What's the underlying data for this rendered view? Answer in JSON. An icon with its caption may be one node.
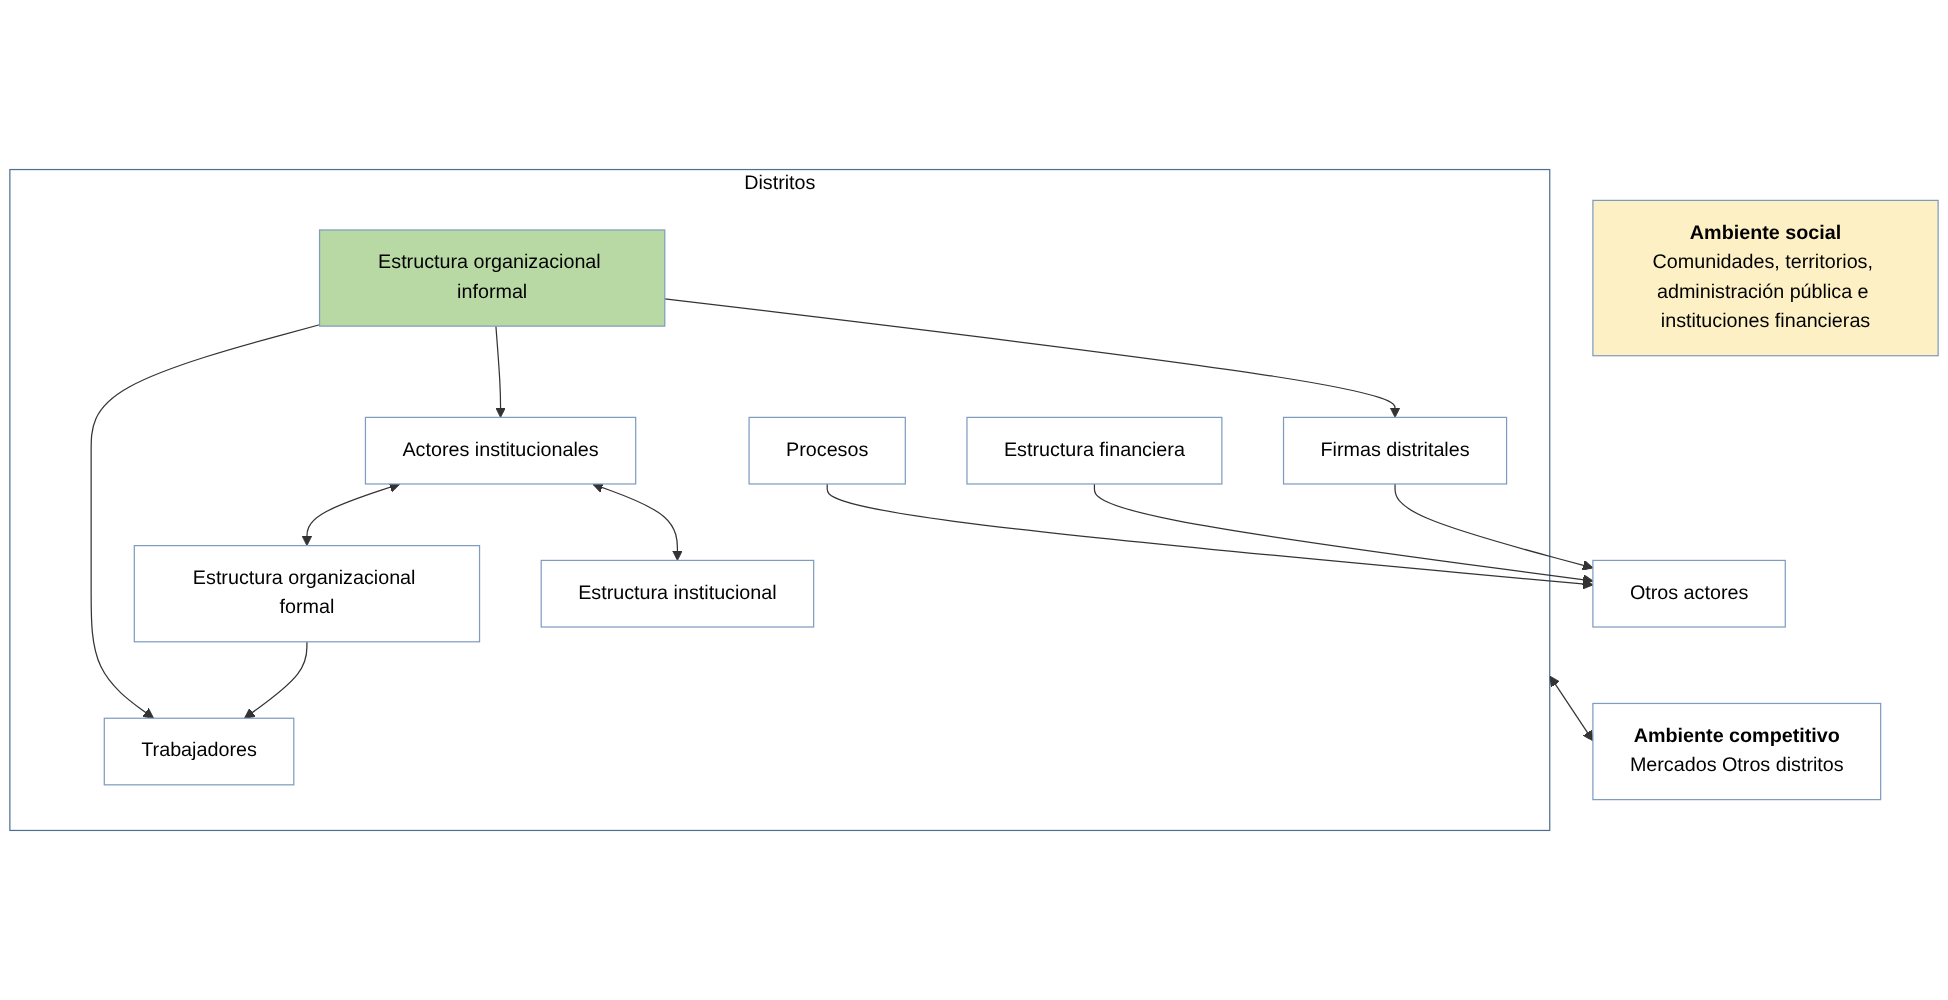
{
  "diagram": {
    "nodes": [
      {
        "text": [
          "Distritos"
        ]
      },
      {
        "text": [
          "Estructura institucional"
        ],
        "in": 0
      },
      {
        "text": [
          "Actores institucionales"
        ],
        "in": 0
      },
      {
        "text": [
          "Estructura organizacional formal"
        ],
        "in": 0
      },
      {
        "text": [
          "Procesos"
        ],
        "in": 0
      },
      {
        "text": [
          "Trabajadores"
        ],
        "in": 0
      },
      {
        "text": [
          "Estructura organizacional informal"
        ],
        "in": 0
      },
      {
        "text": [
          "Firmas distritales"
        ],
        "in": 0
      },
      {
        "text": [
          "Estructura financiera"
        ],
        "in": 0
      },
      {
        "text": [
          "Ambiente competitivo",
          "Mercados Otros distritos"
        ]
      },
      {
        "text": [
          "Ambiente social",
          "Comunidades, territorios, administración pública e instituciones financieras"
        ]
      },
      {
        "text": [
          "Otros actores"
        ]
      }
    ],
    "edges": [
      {
        "from": 2,
        "to": 1,
        "arrow": "both"
      },
      {
        "from": 2,
        "to": 3,
        "arrow": "both"
      },
      {
        "from": 3,
        "to": 5,
        "arrow": "to"
      },
      {
        "from": 6,
        "to": 2,
        "arrow": "to"
      },
      {
        "from": 6,
        "to": 5,
        "arrow": "to"
      },
      {
        "from": 6,
        "to": 7,
        "arrow": "to"
      },
      {
        "from": 7,
        "to": 11,
        "arrow": "to"
      },
      {
        "from": 8,
        "to": 11,
        "arrow": "to"
      },
      {
        "from": 4,
        "to": 11,
        "arrow": "to"
      },
      {
        "from": 0,
        "to": 9,
        "arrow": "both"
      }
    ]
  }
}
